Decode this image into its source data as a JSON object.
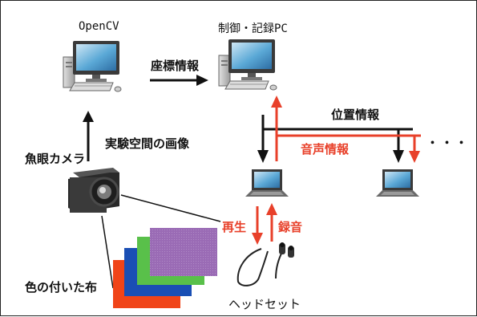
{
  "labels": {
    "opencv_pc": "OpenCV",
    "control_pc": "制御・記録PC",
    "coord_info": "座標情報",
    "exp_image": "実験空間の画像",
    "fisheye_camera": "魚眼カメラ",
    "position_info": "位置情報",
    "audio_info": "音声情報",
    "ellipsis": "・・・",
    "playback": "再生",
    "recording": "録音",
    "colored_cloth": "色の付いた布",
    "headset": "ヘッドセット"
  },
  "colors": {
    "black": "#111111",
    "red": "#e8402a",
    "cloth_red": "#f04418",
    "cloth_blue": "#1a4fb4",
    "cloth_green": "#59c04a",
    "cloth_purple": "#9a6bb5"
  },
  "icons": {
    "desktop_pc": "desktop-computer-icon",
    "laptop": "laptop-icon",
    "camera": "fisheye-camera-icon",
    "headset": "earphones-icon"
  }
}
